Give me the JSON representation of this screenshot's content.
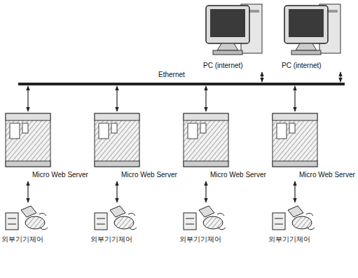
{
  "diagram": {
    "nodes": [
      {
        "text": [
          "PC (internet)"
        ]
      },
      {
        "text": [
          "PC (internet)"
        ]
      },
      {
        "text": [
          "Ethernet"
        ]
      },
      {
        "text": [
          "Micro Web Server"
        ]
      },
      {
        "text": [
          "Micro Web Server"
        ]
      },
      {
        "text": [
          "Micro Web Server"
        ]
      },
      {
        "text": [
          "Micro Web Server"
        ]
      },
      {
        "text": [
          "외부기기제어"
        ]
      },
      {
        "text": [
          "외부기기제어"
        ]
      },
      {
        "text": [
          "외부기기제어"
        ]
      },
      {
        "text": [
          "외부기기제어"
        ]
      }
    ],
    "edges": [
      {
        "from": 2,
        "to": 0,
        "arrow": "both"
      },
      {
        "from": 2,
        "to": 1,
        "arrow": "both"
      },
      {
        "from": 2,
        "to": 3,
        "arrow": "both"
      },
      {
        "from": 2,
        "to": 4,
        "arrow": "both"
      },
      {
        "from": 2,
        "to": 5,
        "arrow": "both"
      },
      {
        "from": 2,
        "to": 6,
        "arrow": "both"
      },
      {
        "from": 3,
        "to": 7,
        "arrow": "both"
      },
      {
        "from": 4,
        "to": 8,
        "arrow": "both"
      },
      {
        "from": 5,
        "to": 9,
        "arrow": "both"
      },
      {
        "from": 6,
        "to": 10,
        "arrow": "both"
      }
    ]
  }
}
